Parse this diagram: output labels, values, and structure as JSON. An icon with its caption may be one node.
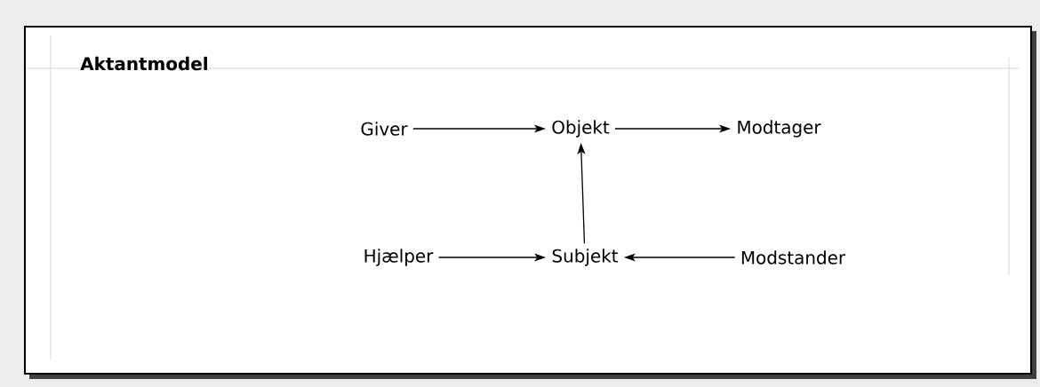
{
  "diagram": {
    "title": "Aktantmodel",
    "nodes": [
      {
        "text": [
          "Giver"
        ]
      },
      {
        "text": [
          "Objekt"
        ]
      },
      {
        "text": [
          "Modtager"
        ]
      },
      {
        "text": [
          "Hjælper"
        ]
      },
      {
        "text": [
          "Subjekt"
        ]
      },
      {
        "text": [
          "Modstander"
        ]
      }
    ],
    "edges": [
      {
        "from": 0,
        "to": 1,
        "arrow": "to"
      },
      {
        "from": 1,
        "to": 2,
        "arrow": "to"
      },
      {
        "from": 4,
        "to": 1,
        "arrow": "to"
      },
      {
        "from": 3,
        "to": 4,
        "arrow": "to"
      },
      {
        "from": 5,
        "to": 4,
        "arrow": "to"
      }
    ]
  }
}
